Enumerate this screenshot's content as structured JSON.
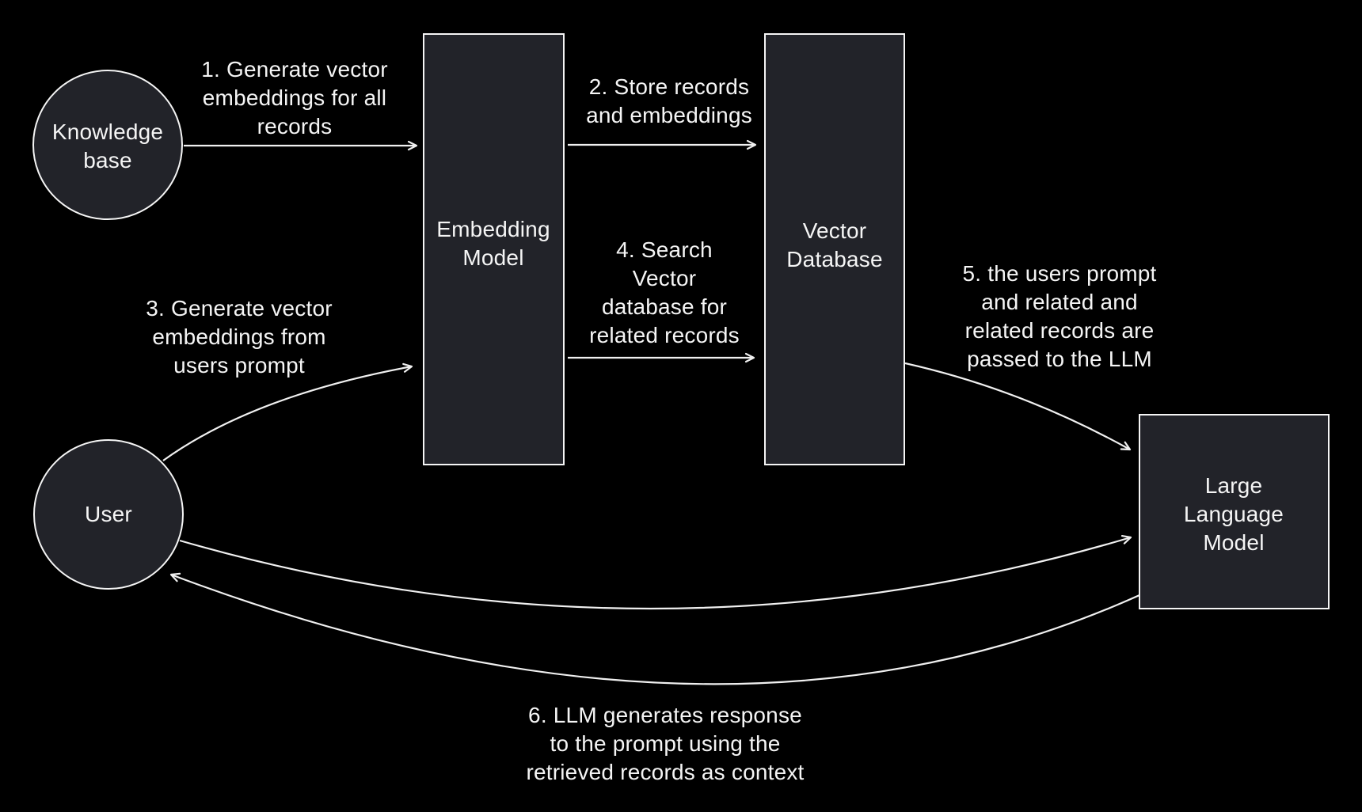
{
  "colors": {
    "background": "#000000",
    "node_fill": "#222329",
    "node_border": "#f5f5f5",
    "text": "#f5f5f5",
    "arrow": "#f0f0f0"
  },
  "nodes": {
    "knowledge_base": {
      "label": "Knowledge\nbase"
    },
    "embedding_model": {
      "label": "Embedding\nModel"
    },
    "vector_database": {
      "label": "Vector\nDatabase"
    },
    "user": {
      "label": "User"
    },
    "llm": {
      "label": "Large Language\nModel"
    }
  },
  "steps": {
    "s1": {
      "label": "1. Generate vector\nembeddings for all\nrecords"
    },
    "s2": {
      "label": "2. Store records\nand embeddings"
    },
    "s3": {
      "label": "3. Generate vector\nembeddings from\nusers prompt"
    },
    "s4": {
      "label": "4. Search\nVector\ndatabase for\nrelated records"
    },
    "s5": {
      "label": "5. the users prompt\nand related and\nrelated records are\npassed to the LLM"
    },
    "s6": {
      "label": "6. LLM generates response\nto the prompt using the\nretrieved records as context"
    }
  }
}
